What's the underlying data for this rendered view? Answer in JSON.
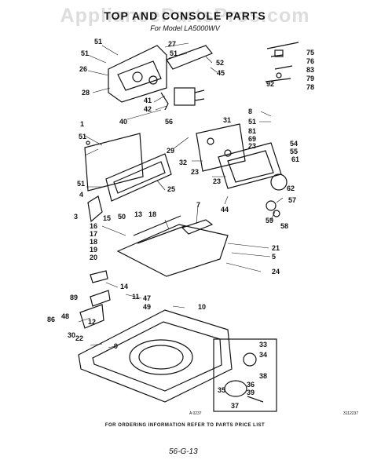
{
  "watermark": "AppliancePartsPros.com",
  "title": "TOP AND CONSOLE PARTS",
  "model_line": "For Model LA5000WV",
  "footer_note": "FOR ORDERING INFORMATION REFER TO PARTS PRICE LIST",
  "art_code": "A 0237",
  "side_code": "3112237",
  "page_code": "56-G-13",
  "callouts": {
    "c1": "51",
    "c2": "27",
    "c3": "51",
    "c4": "51",
    "c5": "26",
    "c6": "52",
    "c7": "45",
    "c8": "28",
    "c9": "41",
    "c10": "42",
    "c11": "56",
    "c12": "40",
    "c13": "75",
    "c14": "76",
    "c15": "83",
    "c16": "79",
    "c17": "92",
    "c18": "78",
    "c19": "8",
    "c20": "51",
    "c21": "81",
    "c22": "69",
    "c23": "23",
    "c24": "31",
    "c25": "1",
    "c26": "51",
    "c27": "29",
    "c28": "54",
    "c29": "55",
    "c30": "61",
    "c31": "32",
    "c32": "23",
    "c33": "23",
    "c34": "62",
    "c35": "51",
    "c36": "25",
    "c37": "4",
    "c38": "3",
    "c39": "44",
    "c40": "57",
    "c41": "59",
    "c42": "58",
    "c43": "7",
    "c44": "50",
    "c45": "13",
    "c46": "18",
    "c47": "15",
    "c48": "16",
    "c49": "17",
    "c50": "18",
    "c51": "19",
    "c52": "20",
    "c53": "21",
    "c54": "5",
    "c55": "24",
    "c56": "14",
    "c57": "11",
    "c58": "47",
    "c59": "89",
    "c60": "49",
    "c61": "10",
    "c62": "86",
    "c63": "48",
    "c64": "12",
    "c65": "9",
    "c66": "30",
    "c67": "22",
    "c68": "33",
    "c69": "34",
    "c70": "38",
    "c71": "36",
    "c72": "35",
    "c73": "39",
    "c74": "37"
  }
}
